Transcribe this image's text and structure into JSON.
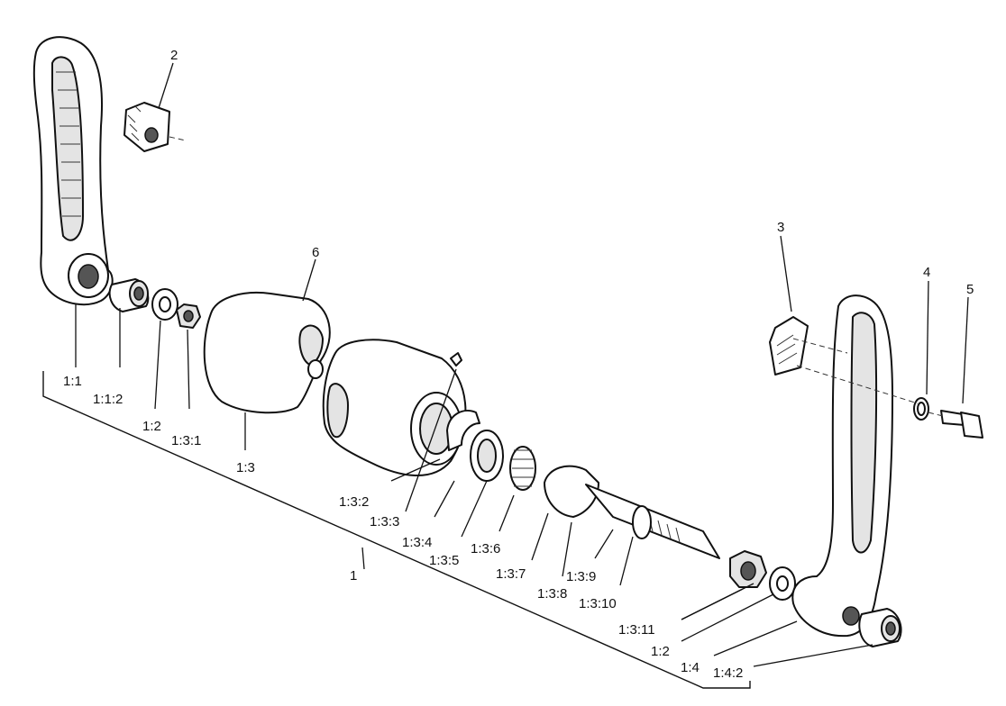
{
  "labels": {
    "l_1_1": "1:1",
    "l_1_1_2": "1:1:2",
    "l_1_2": "1:2",
    "l_1_3_1": "1:3:1",
    "l_1_3": "1:3",
    "l_1": "1",
    "l_2": "2",
    "l_6": "6",
    "l_3": "3",
    "l_4": "4",
    "l_5": "5",
    "l_1_3_2": "1:3:2",
    "l_1_3_3": "1:3:3",
    "l_1_3_4": "1:3:4",
    "l_1_3_5": "1:3:5",
    "l_1_3_6": "1:3:6",
    "l_1_3_7": "1:3:7",
    "l_1_3_8": "1:3:8",
    "l_1_3_9": "1:3:9",
    "l_1_3_10": "1:3:10",
    "l_1_3_11": "1:3:11",
    "l_1_2b": "1:2",
    "l_1_4": "1:4",
    "l_1_4_2": "1:4:2"
  }
}
